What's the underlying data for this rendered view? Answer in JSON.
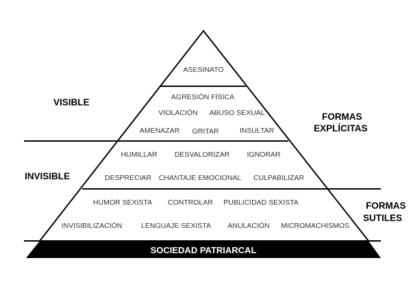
{
  "side_labels": {
    "visible": "VISIBLE",
    "invisible": "INVISIBLE",
    "explicit": [
      "FORMAS",
      "EXPLÍCITAS"
    ],
    "subtle": [
      "FORMAS",
      "SUTILES"
    ]
  },
  "pyramid": {
    "top": [
      "ASESINATO"
    ],
    "second": {
      "row1": [
        "AGRESIÓN FÍSICA"
      ],
      "row2": [
        "VIOLACIÓN",
        "ABUSO SEXUAL"
      ],
      "row3": [
        "AMENAZAR",
        "GRITAR",
        "INSULTAR"
      ]
    },
    "third": {
      "row1": [
        "HUMILLAR",
        "DESVALORIZAR",
        "IGNORAR"
      ],
      "row2": [
        "DESPRECIAR",
        "CHANTAJE EMOCIONAL",
        "CULPABILIZAR"
      ]
    },
    "fourth": {
      "row1": [
        "HUMOR SEXISTA",
        "CONTROLAR",
        "PUBLICIDAD SEXISTA"
      ],
      "row2": [
        "INVISIBILIZACIÓN",
        "LENGUAJE SEXISTA",
        "ANULACIÓN",
        "MICROMACHISMOS"
      ]
    },
    "base": "SOCIEDAD PATRIARCAL"
  }
}
